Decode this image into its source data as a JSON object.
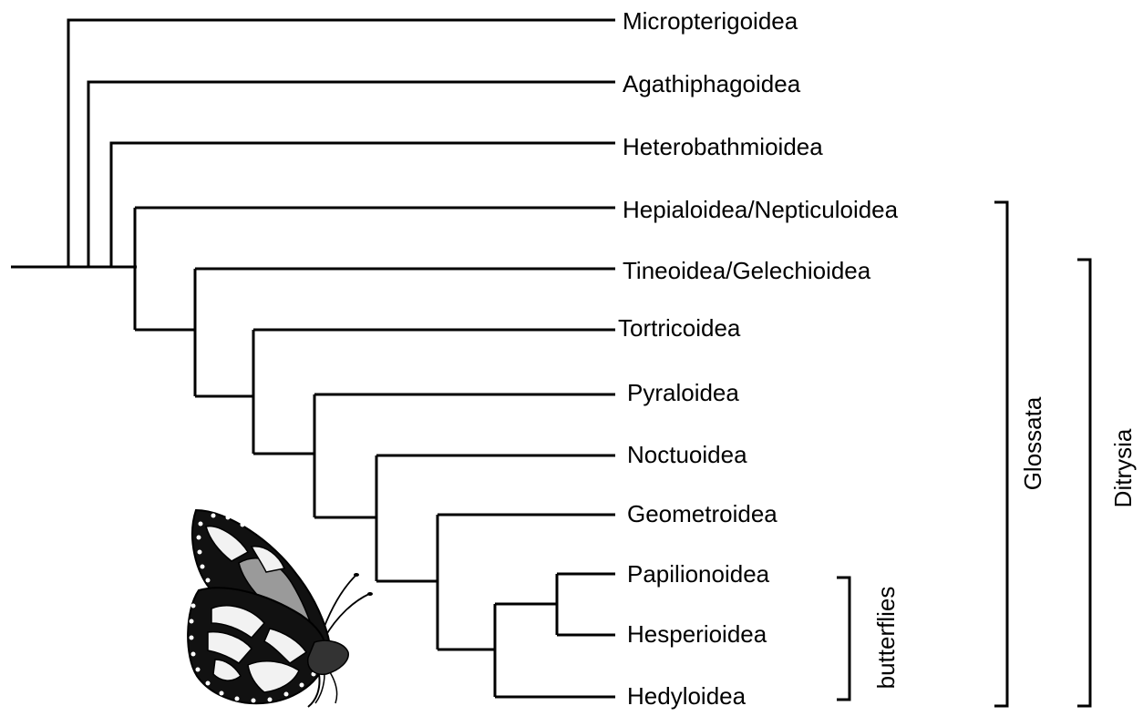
{
  "taxa": {
    "t1": "Micropterigoidea",
    "t2": "Agathiphagoidea",
    "t3": "Heterobathmioidea",
    "t4": "Hepialoidea/Nepticuloidea",
    "t5": "Tineoidea/Gelechioidea",
    "t6": "Tortricoidea",
    "t7": "Pyraloidea",
    "t8": "Noctuoidea",
    "t9": "Geometroidea",
    "t10": "Papilionoidea",
    "t11": "Hesperioidea",
    "t12": "Hedyloidea"
  },
  "groups": {
    "butterflies": "butterflies",
    "glossata": "Glossata",
    "ditrysia": "Ditrysia"
  },
  "illustration": "monarch butterfly drawing"
}
